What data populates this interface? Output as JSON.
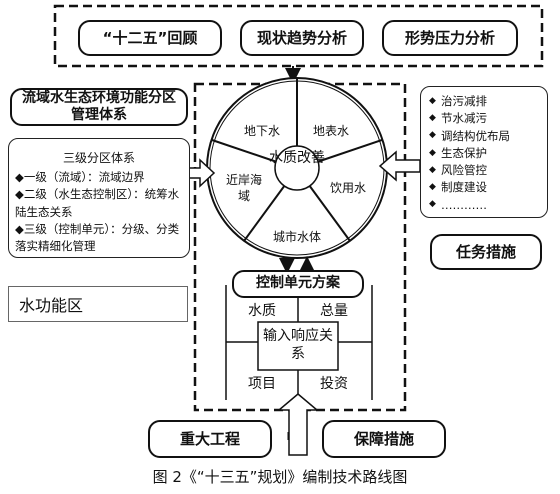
{
  "top": {
    "items": [
      "“十二五”回顾",
      "现状趋势分析",
      "形势压力分析"
    ]
  },
  "left": {
    "title": "流域水生态环境功能分区管理体系",
    "sub_title": "三级分区体系",
    "lines": [
      "◆一级（流域）：流域边界",
      "◆二级（水生态控制区）：统筹水陆生态关系",
      "◆三级（控制单元）：分级、分类落实精细化管理"
    ],
    "water_function": "水功能区"
  },
  "right": {
    "items": [
      "治污减排",
      "节水减污",
      "调结构优布局",
      "生态保护",
      "风险管控",
      "制度建设",
      "…………"
    ],
    "task_label": "任务措施"
  },
  "wheel": {
    "center": "水质改善",
    "segments": [
      "地下水",
      "地表水",
      "饮用水",
      "城市水体",
      "近岸海域"
    ]
  },
  "control": {
    "title": "控制单元方案",
    "water_quality": "水质",
    "total_amount": "总量",
    "center": "输入响应关系",
    "project": "项目",
    "investment": "投资"
  },
  "bottom": {
    "major_projects": "重大工程",
    "guarantee": "保障措施"
  },
  "caption": "图 2《“十三五”规划》编制技术路线图"
}
